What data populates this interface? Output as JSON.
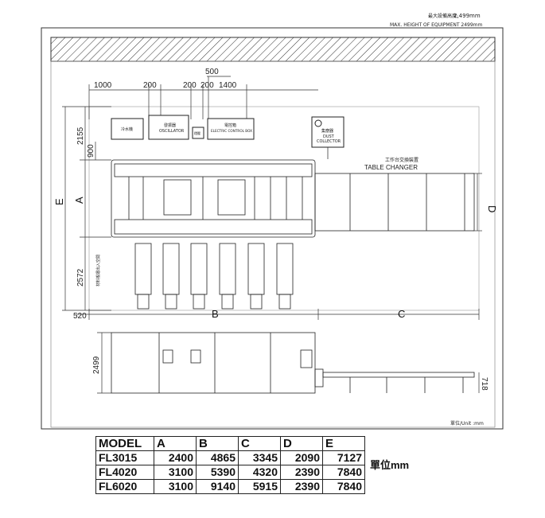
{
  "header": {
    "height_label_cn": "最大設備高度:",
    "height_value": "2,499mm",
    "height_label_en": "MAX. HEIGHT OF EQUIPMENT 2499mm"
  },
  "top_dims": {
    "d1000": "1000",
    "d200a": "200",
    "d200b": "200",
    "d200c": "200",
    "d500": "500",
    "d1400": "1400"
  },
  "left_dims": {
    "d2155": "2155",
    "d900": "900",
    "d2572": "2572",
    "d520": "520",
    "d2499": "2499"
  },
  "right_dims": {
    "d718": "718"
  },
  "letters": {
    "A": "A",
    "B": "B",
    "C": "C",
    "D": "D",
    "E": "E"
  },
  "equipment": {
    "chiller_cn": "冷水機",
    "oscillator_cn": "發振器",
    "oscillator_en": "OSCILLATOR",
    "box_cn": "穩壓",
    "control_cn": "電控箱",
    "control_en": "ELECTRIC CONTROL BOX",
    "dust_cn": "集塵器",
    "dust_en1": "DUST",
    "dust_en2": "COLLECTOR",
    "table_changer_cn": "工作台交換裝置",
    "table_changer_en": "TABLE    CHANGER",
    "unload_cn": "材料搬運出入空間"
  },
  "unit_note": "單位/Unit :mm",
  "table": {
    "headers": [
      "MODEL",
      "A",
      "B",
      "C",
      "D",
      "E"
    ],
    "unit": "單位mm",
    "rows": [
      [
        "FL3015",
        "2400",
        "4865",
        "3345",
        "2090",
        "7127"
      ],
      [
        "FL4020",
        "3100",
        "5390",
        "4320",
        "2390",
        "7840"
      ],
      [
        "FL6020",
        "3100",
        "9140",
        "5915",
        "2390",
        "7840"
      ]
    ]
  }
}
